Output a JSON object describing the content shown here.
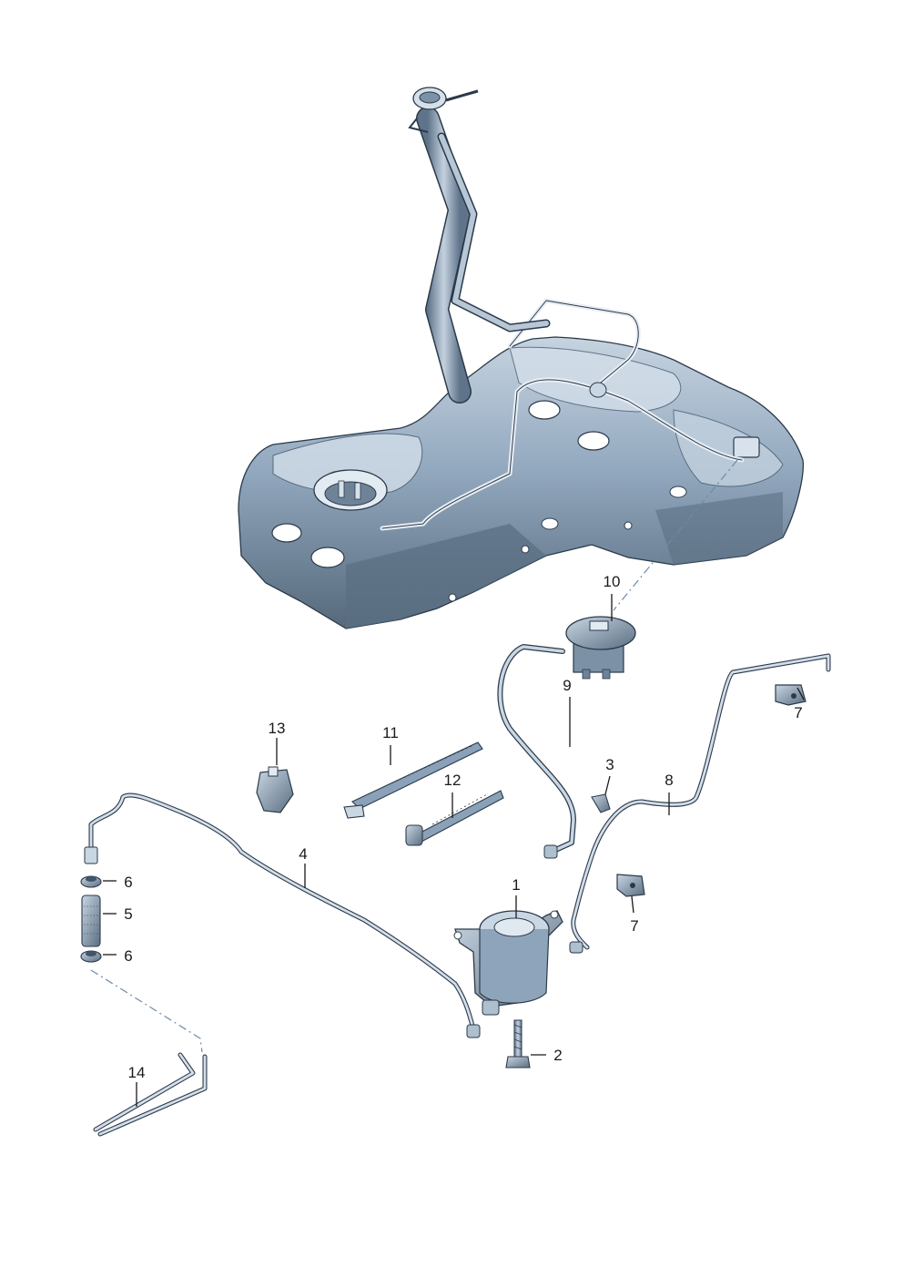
{
  "callouts": [
    {
      "id": "1",
      "text": "1"
    },
    {
      "id": "2",
      "text": "2"
    },
    {
      "id": "3",
      "text": "3"
    },
    {
      "id": "4",
      "text": "4"
    },
    {
      "id": "5",
      "text": "5"
    },
    {
      "id": "6a",
      "text": "6"
    },
    {
      "id": "6b",
      "text": "6"
    },
    {
      "id": "7a",
      "text": "7"
    },
    {
      "id": "7b",
      "text": "7"
    },
    {
      "id": "8",
      "text": "8"
    },
    {
      "id": "9",
      "text": "9"
    },
    {
      "id": "10",
      "text": "10"
    },
    {
      "id": "11",
      "text": "11"
    },
    {
      "id": "12",
      "text": "12"
    },
    {
      "id": "13",
      "text": "13"
    },
    {
      "id": "14",
      "text": "14"
    }
  ],
  "colors": {
    "part_fill": "#8aa1b8",
    "part_light": "#c9d6e3",
    "part_dark": "#3e5266",
    "outline": "#2b3a4a",
    "leader": "#1a1a1a",
    "dashed_reference": "#6d8aa8"
  }
}
